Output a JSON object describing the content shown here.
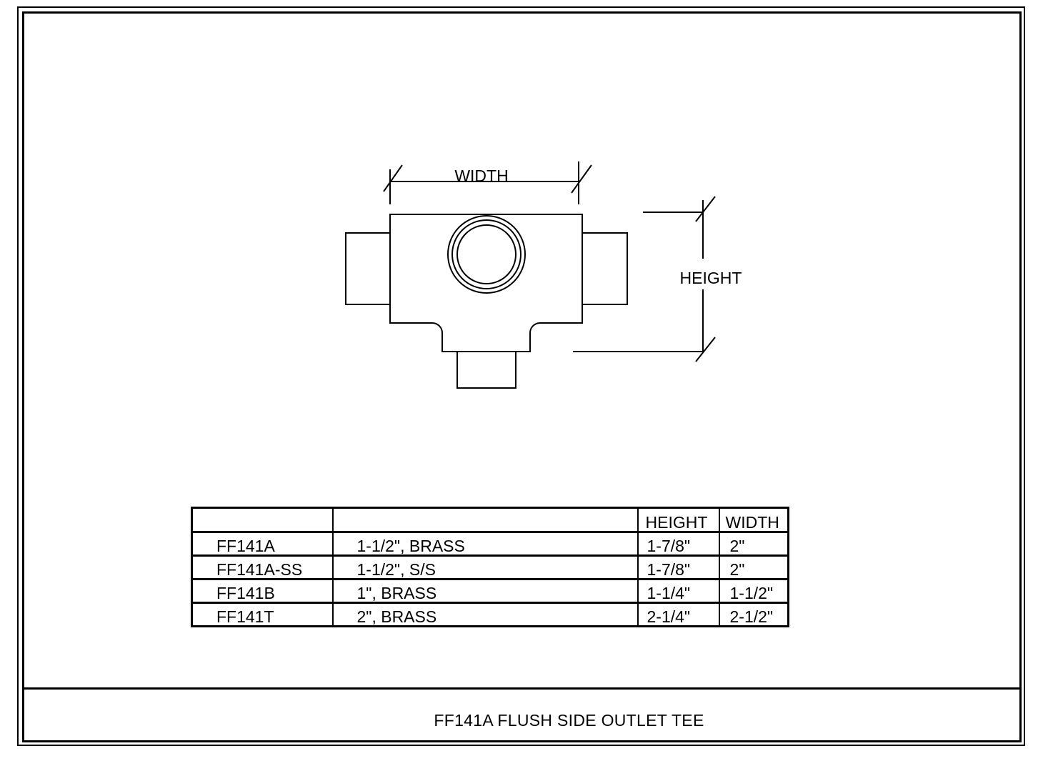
{
  "drawing": {
    "width_label": "WIDTH",
    "height_label": "HEIGHT"
  },
  "table": {
    "headers": [
      "",
      "",
      "HEIGHT",
      "WIDTH"
    ],
    "rows": [
      [
        "FF141A",
        "1-1/2\", BRASS",
        "1-7/8\"",
        "2\""
      ],
      [
        "FF141A-SS",
        "1-1/2\", S/S",
        "1-7/8\"",
        "2\""
      ],
      [
        "FF141B",
        "1\", BRASS",
        "1-1/4\"",
        "1-1/2\""
      ],
      [
        "FF141T",
        "2\", BRASS",
        "2-1/4\"",
        "2-1/2\""
      ]
    ]
  },
  "title_block": {
    "title": "FF141A FLUSH SIDE OUTLET TEE"
  }
}
